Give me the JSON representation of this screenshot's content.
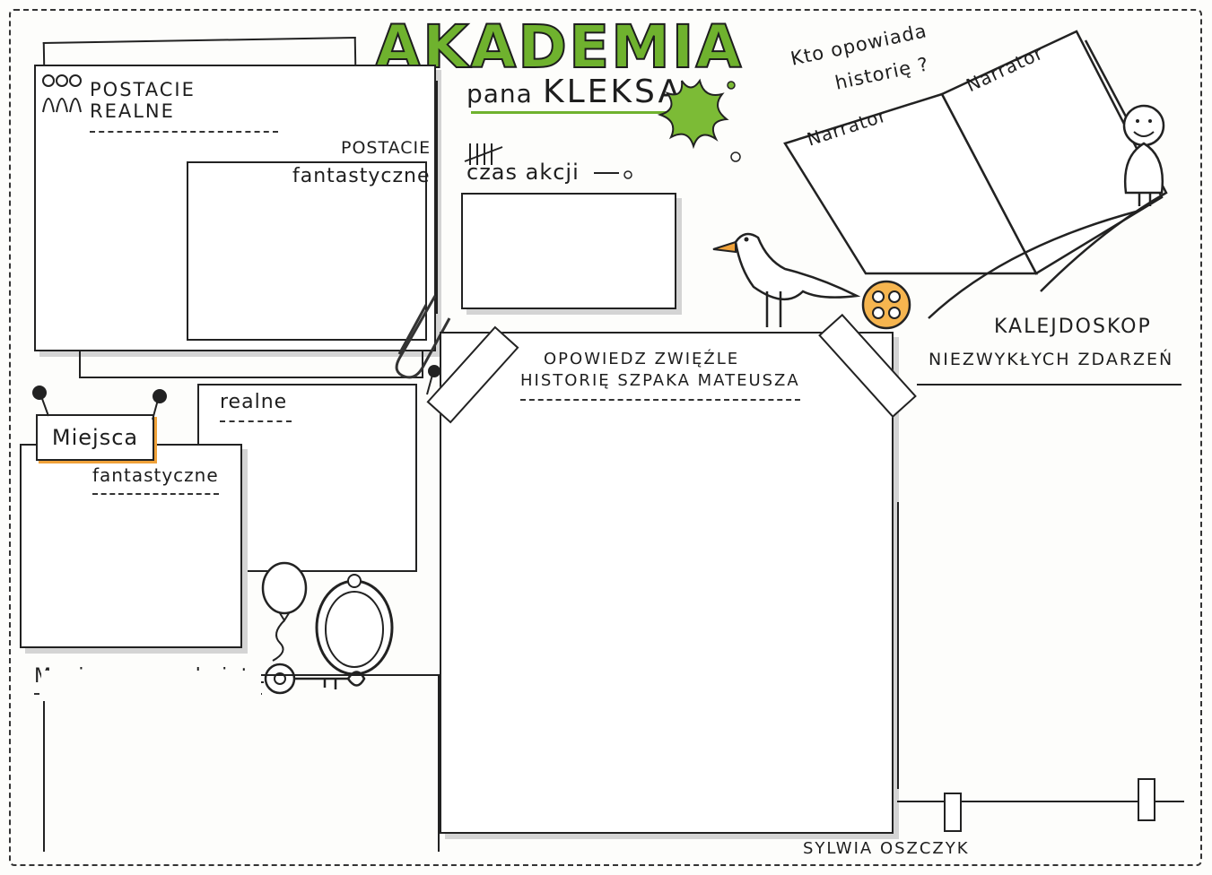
{
  "title": "AKADEMIA",
  "subtitle": {
    "prefix": "pana",
    "name": "KLEKSA"
  },
  "characters": {
    "real_label": "POSTACIE REALNE",
    "fantastic_label_line1": "POSTACIE",
    "fantastic_label_line2": "fantastyczne"
  },
  "time": {
    "label": "czas akcji"
  },
  "narrator": {
    "question_line1": "Kto opowiada",
    "question_line2": "historię ?",
    "page_left": "Narrator",
    "page_right": "Narrator"
  },
  "places": {
    "tag": "Miejsca",
    "real_label": "realne",
    "fantastic_label": "fantastyczne"
  },
  "story": {
    "line1": "OPOWIEDZ ZWIĘŹLE",
    "line2": "HISTORIĘ SZPAKA MATEUSZA"
  },
  "kaleidoscope": {
    "line1": "KALEJDOSKOP",
    "line2": "NIEZWYKŁYCH ZDARZEŃ"
  },
  "magic": {
    "label": "Magiczne przedmioty"
  },
  "author": "SYLWIA OSZCZYK",
  "colors": {
    "accent_green": "#6fb22e",
    "accent_orange": "#f0a23a",
    "ink": "#1e1e1e"
  }
}
